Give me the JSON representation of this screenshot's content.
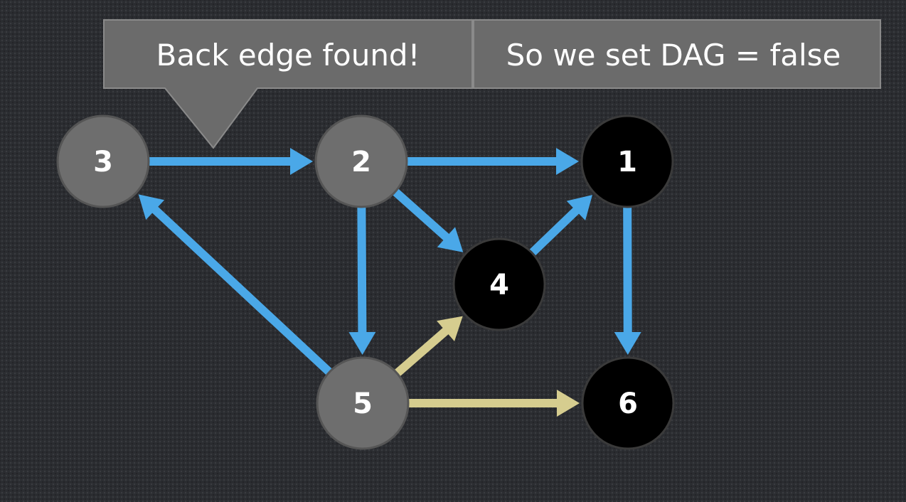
{
  "callouts": [
    {
      "id": "back-edge",
      "text": "Back edge found!"
    },
    {
      "id": "dag-false",
      "text": "So we set DAG = false"
    }
  ],
  "colors": {
    "tree_edge": "#4aa8e8",
    "cross_edge": "#d6cd8f",
    "node_gray": "#6e6e6e",
    "node_black": "#000000",
    "callout_fill": "#6b6b6b"
  },
  "nodes": [
    {
      "id": "3",
      "label": "3",
      "state": "gray"
    },
    {
      "id": "2",
      "label": "2",
      "state": "gray"
    },
    {
      "id": "1",
      "label": "1",
      "state": "black"
    },
    {
      "id": "4",
      "label": "4",
      "state": "black"
    },
    {
      "id": "5",
      "label": "5",
      "state": "gray"
    },
    {
      "id": "6",
      "label": "6",
      "state": "black"
    }
  ],
  "edges": [
    {
      "from": "3",
      "to": "2",
      "type": "tree"
    },
    {
      "from": "2",
      "to": "1",
      "type": "tree"
    },
    {
      "from": "2",
      "to": "4",
      "type": "tree"
    },
    {
      "from": "2",
      "to": "5",
      "type": "tree"
    },
    {
      "from": "4",
      "to": "1",
      "type": "tree"
    },
    {
      "from": "1",
      "to": "6",
      "type": "tree"
    },
    {
      "from": "5",
      "to": "3",
      "type": "back"
    },
    {
      "from": "5",
      "to": "4",
      "type": "cross"
    },
    {
      "from": "5",
      "to": "6",
      "type": "cross"
    }
  ]
}
